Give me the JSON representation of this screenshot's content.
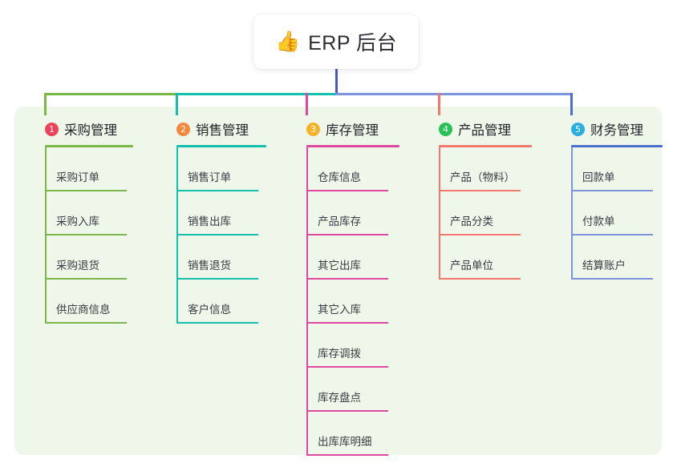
{
  "root": {
    "icon": "thumbs-up-icon",
    "emoji": "👍",
    "title": "ERP 后台"
  },
  "theme": {
    "panel_bg": "#eef7e9",
    "page_bg": "#ffffff",
    "trunk_color": "#4a56c4",
    "text_color": "#23252b",
    "leaf_text_color": "#3a3d44"
  },
  "columns": [
    {
      "number": "1",
      "title": "采购管理",
      "badge_color": "#f0415a",
      "line_color": "#7ab648",
      "rule_color": "#7ab648",
      "items": [
        {
          "label": "采购订单"
        },
        {
          "label": "采购入库"
        },
        {
          "label": "采购退货"
        },
        {
          "label": "供应商信息"
        }
      ]
    },
    {
      "number": "2",
      "title": "销售管理",
      "badge_color": "#f5883c",
      "line_color": "#15bfae",
      "rule_color": "#15bfae",
      "items": [
        {
          "label": "销售订单"
        },
        {
          "label": "销售出库"
        },
        {
          "label": "销售退货"
        },
        {
          "label": "客户信息"
        }
      ]
    },
    {
      "number": "3",
      "title": "库存管理",
      "badge_color": "#f5b32c",
      "line_color": "#e0479e",
      "rule_color": "#e0479e",
      "items": [
        {
          "label": "仓库信息"
        },
        {
          "label": "产品库存"
        },
        {
          "label": "其它出库"
        },
        {
          "label": "其它入库"
        },
        {
          "label": "库存调拨"
        },
        {
          "label": "库存盘点"
        },
        {
          "label": "出库库明细"
        }
      ]
    },
    {
      "number": "4",
      "title": "产品管理",
      "badge_color": "#27c255",
      "line_color": "#f4776d",
      "rule_color": "#f4776d",
      "items": [
        {
          "label": "产品（物料）"
        },
        {
          "label": "产品分类"
        },
        {
          "label": "产品单位"
        }
      ]
    },
    {
      "number": "5",
      "title": "财务管理",
      "badge_color": "#29aee0",
      "line_color": "#8091dd",
      "rule_color": "#4a6fd0",
      "items": [
        {
          "label": "回款单"
        },
        {
          "label": "付款单"
        },
        {
          "label": "结算账户"
        }
      ]
    }
  ]
}
